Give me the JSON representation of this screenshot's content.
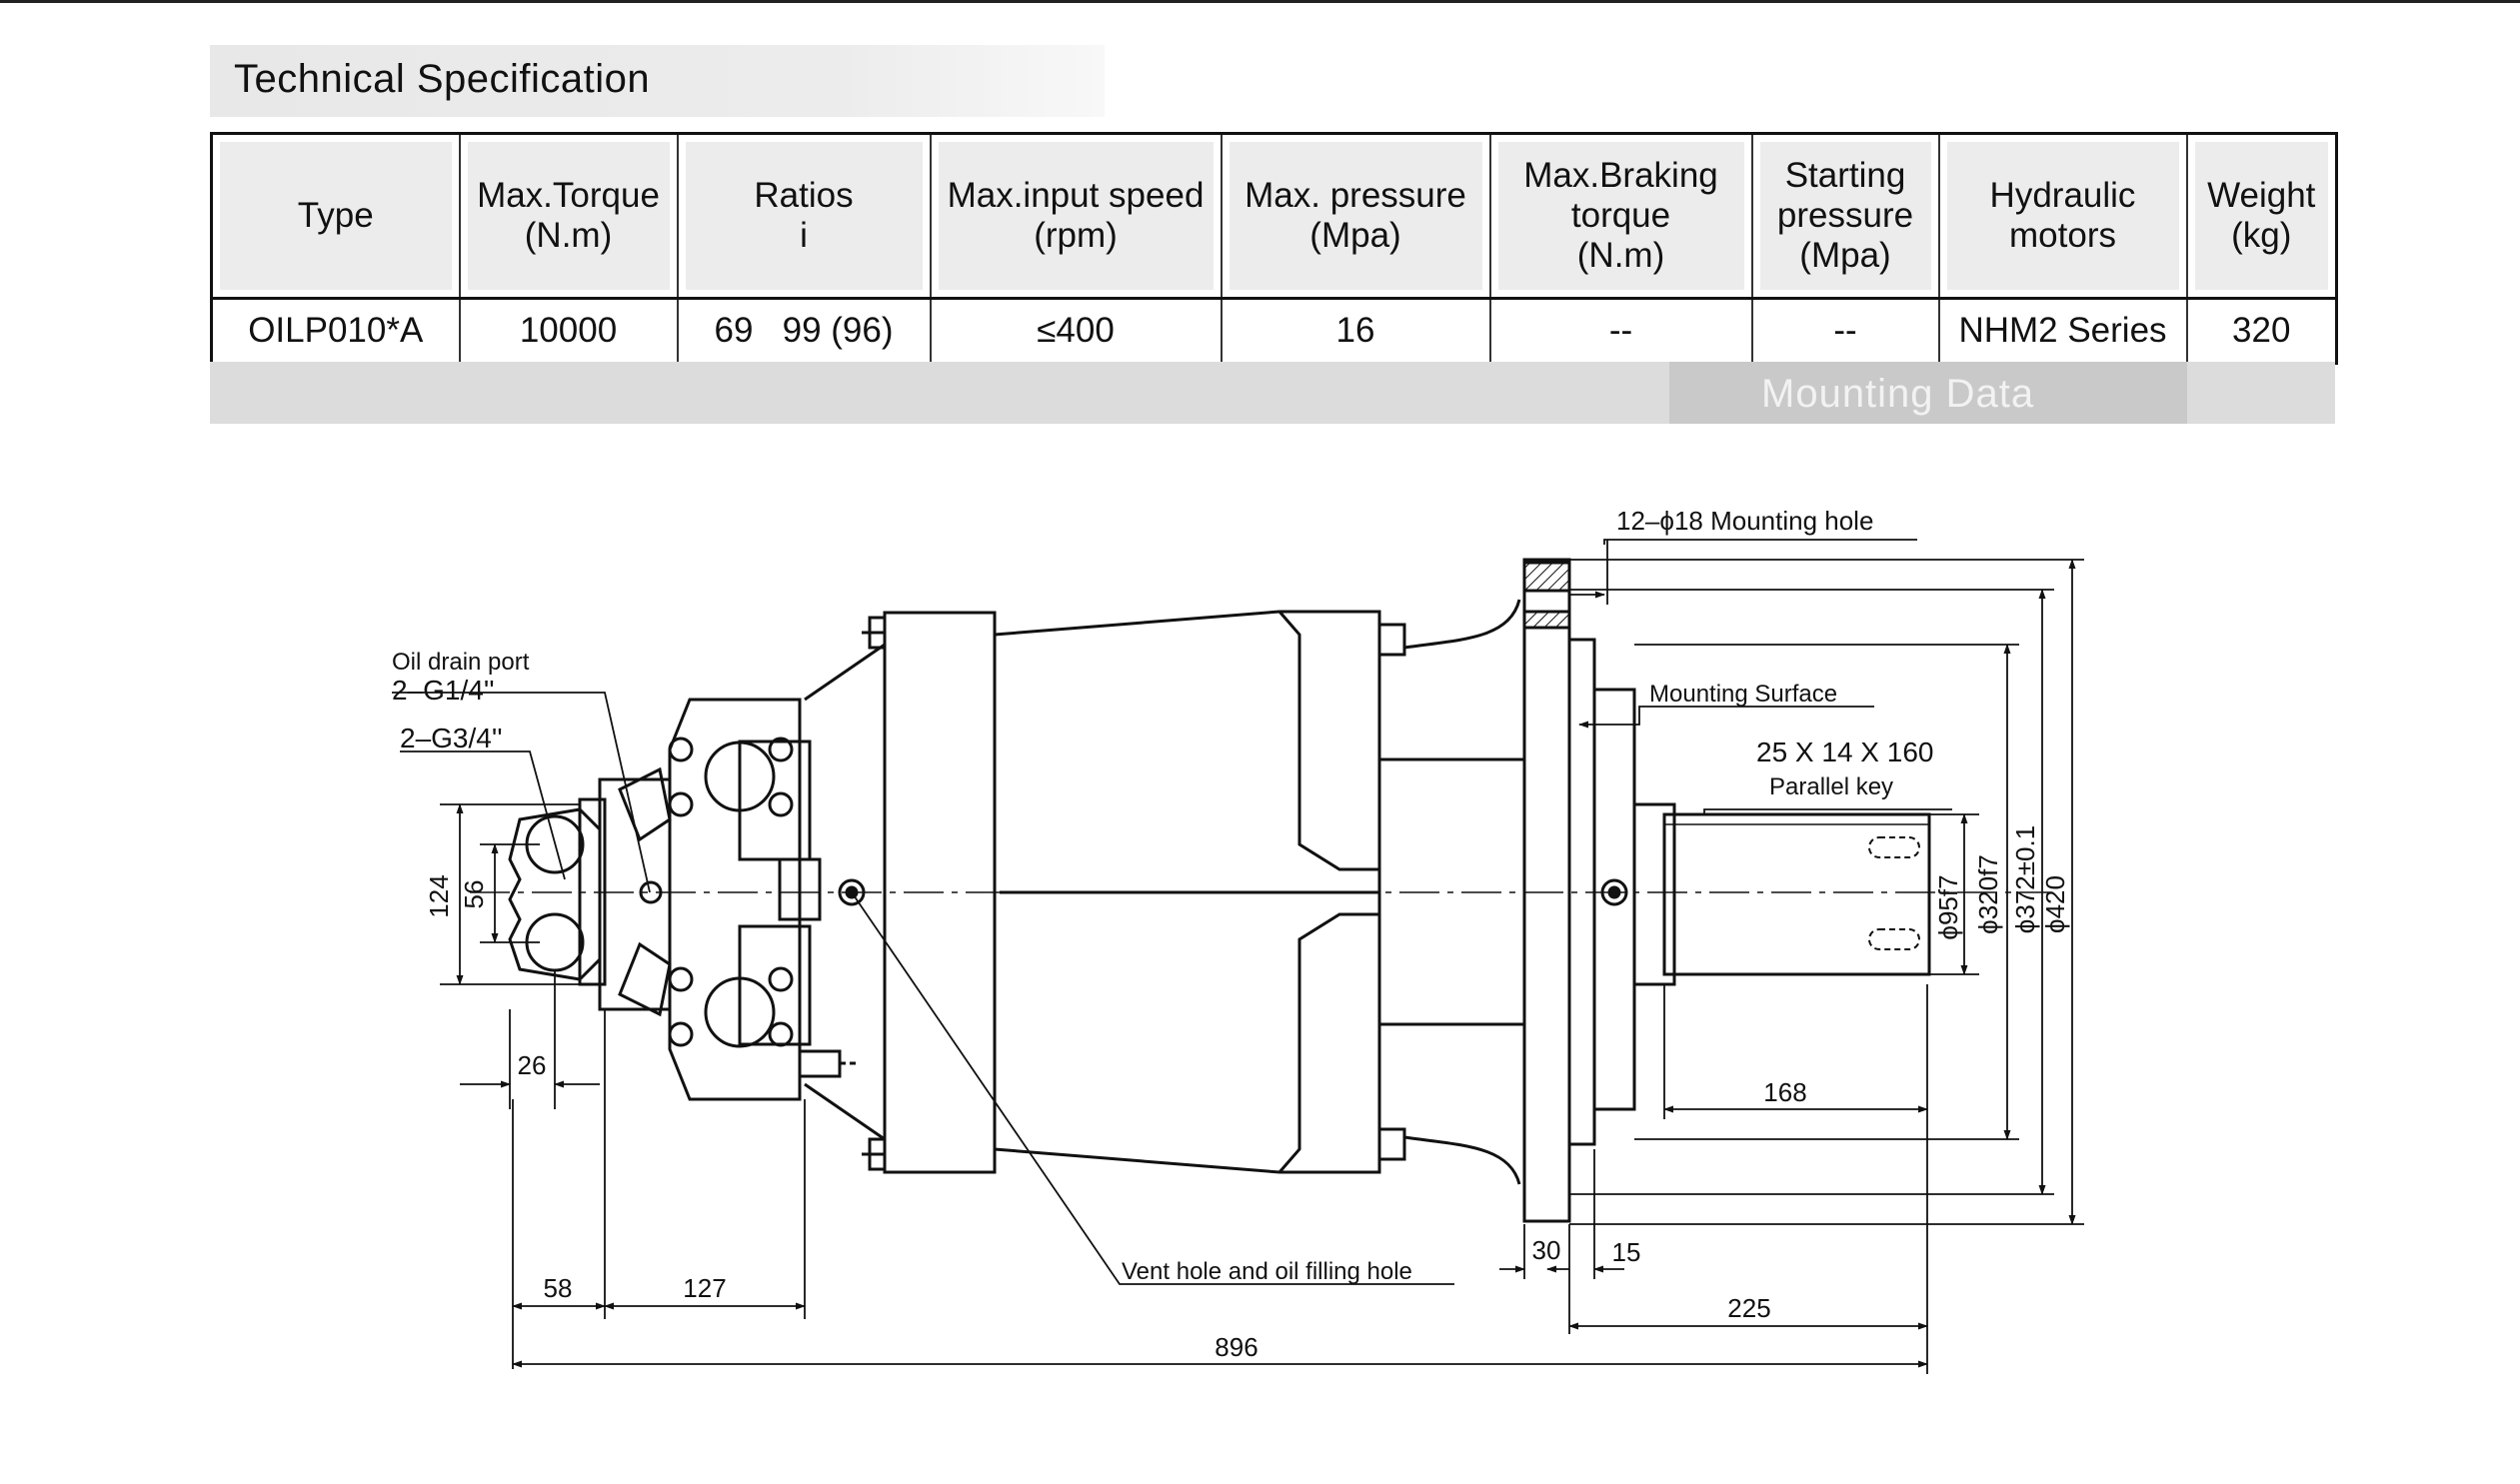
{
  "title": "Technical Specification",
  "mounting_label": "Mounting Data",
  "table": {
    "headers": [
      [
        "Type"
      ],
      [
        "Max.Torque",
        "(N.m)"
      ],
      [
        "Ratios",
        "i"
      ],
      [
        "Max.input speed",
        "(rpm)"
      ],
      [
        "Max. pressure",
        "(Mpa)"
      ],
      [
        "Max.Braking",
        "torque",
        "(N.m)"
      ],
      [
        "Starting",
        "pressure",
        "(Mpa)"
      ],
      [
        "Hydraulic",
        "motors"
      ],
      [
        "Weight",
        "(kg)"
      ]
    ],
    "row": [
      "OILP010*A",
      "10000",
      "69   99 (96)",
      "≤400",
      "16",
      "--",
      "--",
      "NHM2 Series",
      "320"
    ]
  },
  "drawing": {
    "callouts": {
      "mounting_hole": "12–ϕ18 Mounting hole",
      "mounting_surface": "Mounting Surface",
      "key_size": "25 X 14 X 160",
      "key_name": "Parallel key",
      "oil_drain_1": "Oil drain port",
      "oil_drain_2": "2–G1/4''",
      "port_g34": "2–G3/4''",
      "vent_hole": "Vent hole and oil filling hole"
    },
    "dims": {
      "d124": "124",
      "d56": "56",
      "d26": "26",
      "d58": "58",
      "d127": "127",
      "d896": "896",
      "d30": "30",
      "d15": "15",
      "d225": "225",
      "d168": "168",
      "d95": "ϕ95f7",
      "d320": "ϕ320f7",
      "d372": "ϕ372±0.1",
      "d420": "ϕ420"
    }
  }
}
